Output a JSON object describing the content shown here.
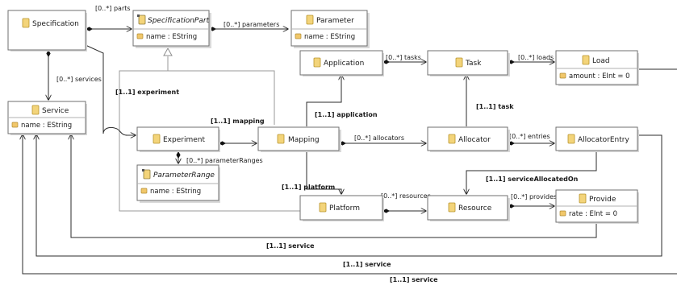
{
  "classes": {
    "specification": {
      "name": "Specification"
    },
    "specification_part": {
      "name": "SpecificationPart",
      "attr": "name : EString"
    },
    "parameter": {
      "name": "Parameter",
      "attr": "name : EString"
    },
    "service": {
      "name": "Service",
      "attr": "name : EString"
    },
    "application": {
      "name": "Application"
    },
    "task": {
      "name": "Task"
    },
    "load": {
      "name": "Load",
      "attr": "amount : EInt = 0"
    },
    "experiment": {
      "name": "Experiment"
    },
    "mapping": {
      "name": "Mapping"
    },
    "allocator": {
      "name": "Allocator"
    },
    "allocator_entry": {
      "name": "AllocatorEntry"
    },
    "parameter_range": {
      "name": "ParameterRange",
      "attr": "name : EString"
    },
    "platform": {
      "name": "Platform"
    },
    "resource": {
      "name": "Resource"
    },
    "provide": {
      "name": "Provide",
      "attr": "rate : EInt = 0"
    }
  },
  "edges": {
    "parts": "[0..*] parts",
    "parameters": "[0..*] parameters",
    "services": "[0..*] services",
    "experiment": "[1..1] experiment",
    "tasks": "[0..*] tasks",
    "loads": "[0..*] loads",
    "task": "[1..1] task",
    "mapping": "[1..1] mapping",
    "application": "[1..1] application",
    "allocators": "[0..*] allocators",
    "entries": "[0..*] entries",
    "parameter_ranges": "[0..*] parameterRanges",
    "service_allocated_on": "[1..1] serviceAllocatedOn",
    "platform": "[1..1] platform",
    "resources": "[0..*] resources",
    "provides": "[0..*] provides",
    "service_1": "[1..1] service",
    "service_2": "[1..1] service",
    "service_3": "[1..1] service"
  },
  "icons": {
    "class": "class-icon",
    "abstract_class": "abstract-class-icon",
    "attribute": "attribute-icon"
  },
  "colors": {
    "box_border": "#6f6f6f",
    "icon_fill": "#f3d47a",
    "line": "#2b2b2b"
  }
}
